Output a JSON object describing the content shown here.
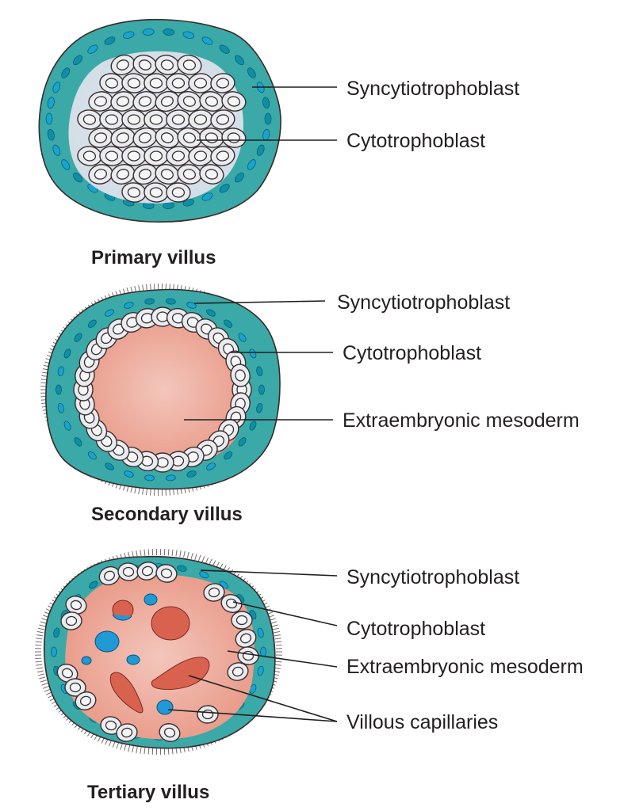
{
  "figure": {
    "colors": {
      "syncytiotrophoblast": "#3aa9a8",
      "syncytio_nuclei": "#0e8fa8",
      "cytotrophoblast_cell": "#e8ecf0",
      "mesoderm": "#f0b3a6",
      "capillary_red": "#d9624f",
      "capillary_blue": "#1f9ad6",
      "text": "#231f20"
    },
    "panels": [
      {
        "id": "primary",
        "title": "Primary villus",
        "labels": [
          "Syncytiotrophoblast",
          "Cytotrophoblast"
        ]
      },
      {
        "id": "secondary",
        "title": "Secondary villus",
        "labels": [
          "Syncytiotrophoblast",
          "Cytotrophoblast",
          "Extraembryonic mesoderm"
        ]
      },
      {
        "id": "tertiary",
        "title": "Tertiary villus",
        "labels": [
          "Syncytiotrophoblast",
          "Cytotrophoblast",
          "Extraembryonic mesoderm",
          "Villous capillaries"
        ]
      }
    ]
  }
}
